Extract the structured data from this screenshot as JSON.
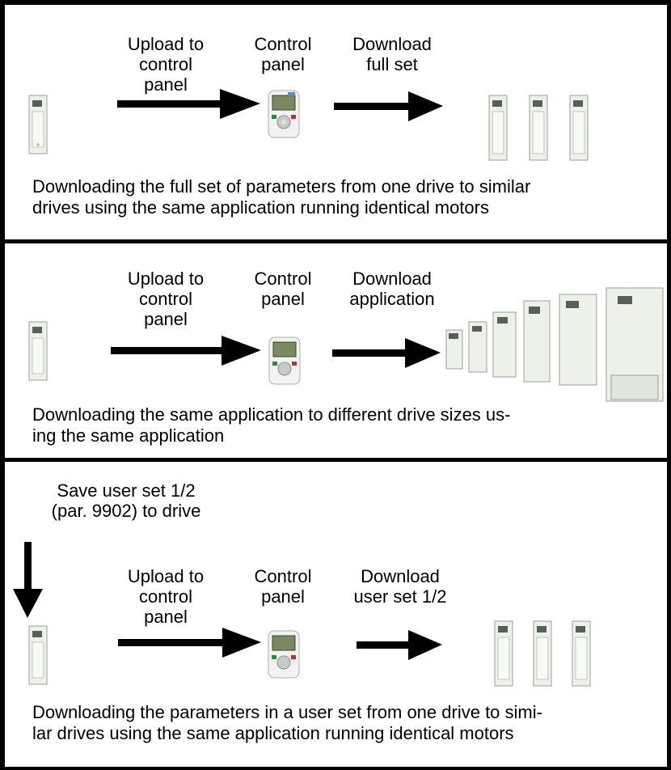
{
  "sections": [
    {
      "upload_label": "Upload to\ncontrol\npanel",
      "panel_label": "Control\npanel",
      "download_label": "Download\nfull set",
      "caption": "Downloading the full set of parameters from one drive to similar\ndrives using the same application running identical motors"
    },
    {
      "upload_label": "Upload to\ncontrol\npanel",
      "panel_label": "Control\npanel",
      "download_label": "Download\napplication",
      "caption": "Downloading the same application to different drive sizes us-\ning the same application"
    },
    {
      "pre_note": "Save user set 1/2\n(par. 9902) to drive",
      "upload_label": "Upload to\ncontrol\npanel",
      "panel_label": "Control\npanel",
      "download_label": "Download\nuser set 1/2",
      "caption": "Downloading the parameters in a user set from one drive to simi-\nlar drives using the same application running identical motors"
    }
  ]
}
